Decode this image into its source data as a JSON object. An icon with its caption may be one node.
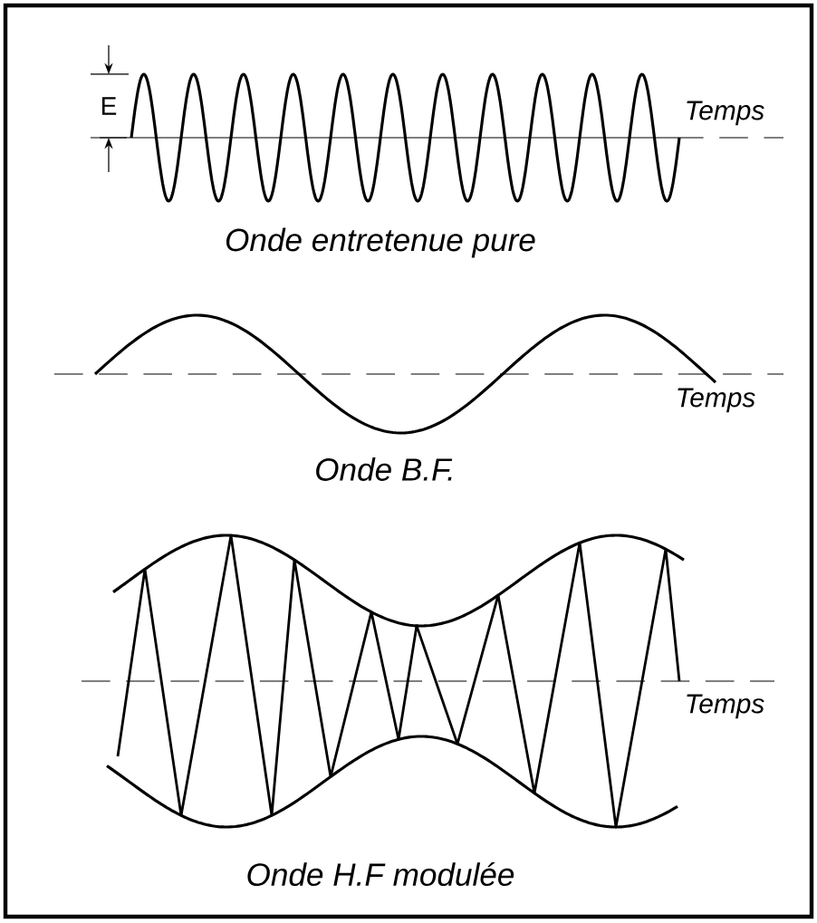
{
  "diagram": {
    "labels": [
      "E",
      "Temps",
      "Onde entretenue pure",
      "Temps",
      "Onde B.F.",
      "Temps",
      "Onde H.F modulée"
    ]
  }
}
